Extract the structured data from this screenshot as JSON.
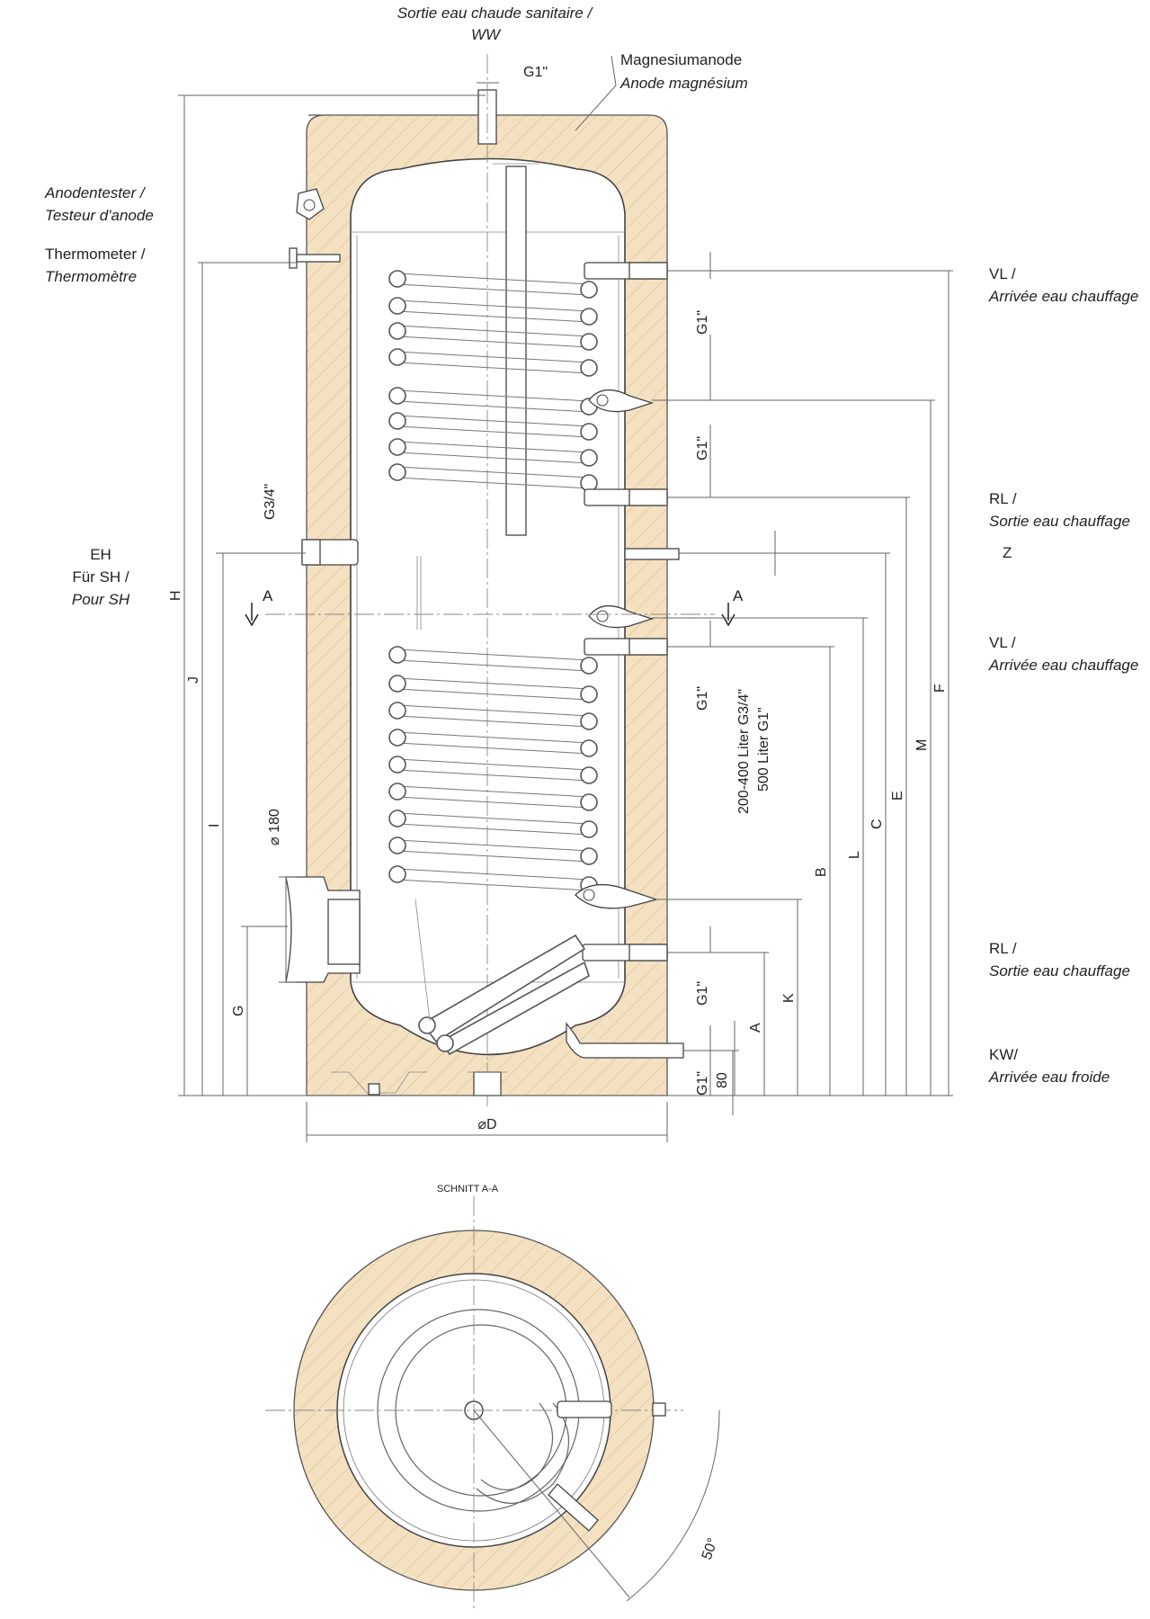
{
  "labels": {
    "ww_line1": "Sortie eau chaude sanitaire /",
    "ww_line2": "WW",
    "ww_thread": "G1\"",
    "anode_line1": "Magnesiumanode",
    "anode_line2": "Anode magnésium",
    "anodetester_line1": "Anodentester /",
    "anodetester_line2": "Testeur d'anode",
    "thermometer_line1": "Thermometer /",
    "thermometer_line2": "Thermomètre",
    "vl_top_line1": "VL /",
    "vl_top_line2": "Arrivée eau chauffage",
    "rl_top_line1": "RL /",
    "rl_top_line2": "Sortie eau chauffage",
    "z_label": "Z",
    "eh_line1": "EH",
    "eh_line2": "Für SH /",
    "eh_line3": "Pour SH",
    "vl_mid_line1": "VL /",
    "vl_mid_line2": "Arrivée eau chauffage",
    "rl_bot_line1": "RL /",
    "rl_bot_line2": "Sortie eau chauffage",
    "kw_line1": "KW/",
    "kw_line2": "Arrivée eau froide",
    "section_title": "SCHNITT A-A",
    "section_mark_left": "A",
    "section_mark_right": "A",
    "g34": "G3/4\"",
    "g1_1": "G1\"",
    "g1_2": "G1\"",
    "g1_3": "G1\"",
    "g1_4": "G1\"",
    "g1_5": "G1\"",
    "d180": "⌀ 180",
    "dim80": "80",
    "liter_line1": "200-400 Liter G3/4\"",
    "liter_line2": "500 Liter G1\"",
    "diameter": "⌀D",
    "angle": "50°"
  },
  "dimensions": {
    "H": "H",
    "J": "J",
    "I": "I",
    "G": "G",
    "F": "F",
    "M": "M",
    "E": "E",
    "C": "C",
    "L": "L",
    "B": "B",
    "K": "K",
    "A": "A"
  },
  "colors": {
    "insulation": "#f4e1c1",
    "insulation_hatch": "#d8b98a",
    "line": "#444444",
    "text": "#222222"
  }
}
